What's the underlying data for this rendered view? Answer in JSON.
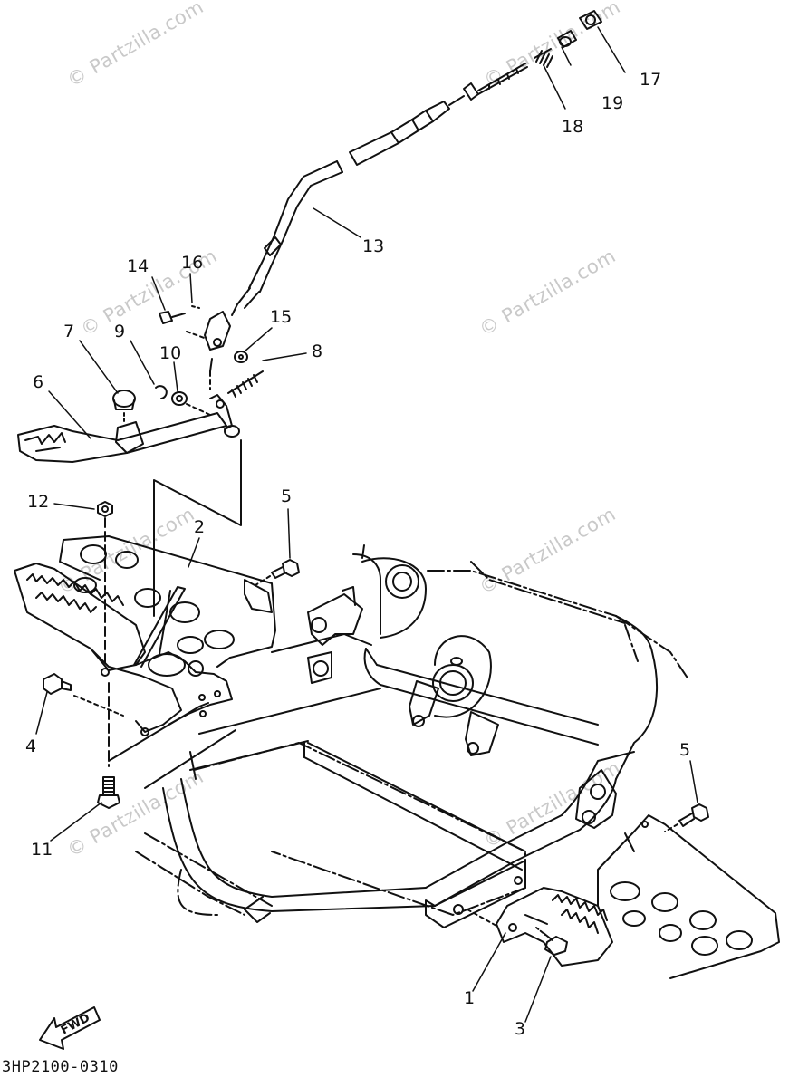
{
  "watermark": "© Partzilla.com",
  "diagram_code": "3HP2100-0310",
  "fwd_label": "FWD",
  "callouts": [
    "1",
    "2",
    "3",
    "4",
    "5",
    "5",
    "6",
    "7",
    "8",
    "9",
    "10",
    "11",
    "12",
    "13",
    "14",
    "15",
    "16",
    "17",
    "18",
    "19"
  ]
}
